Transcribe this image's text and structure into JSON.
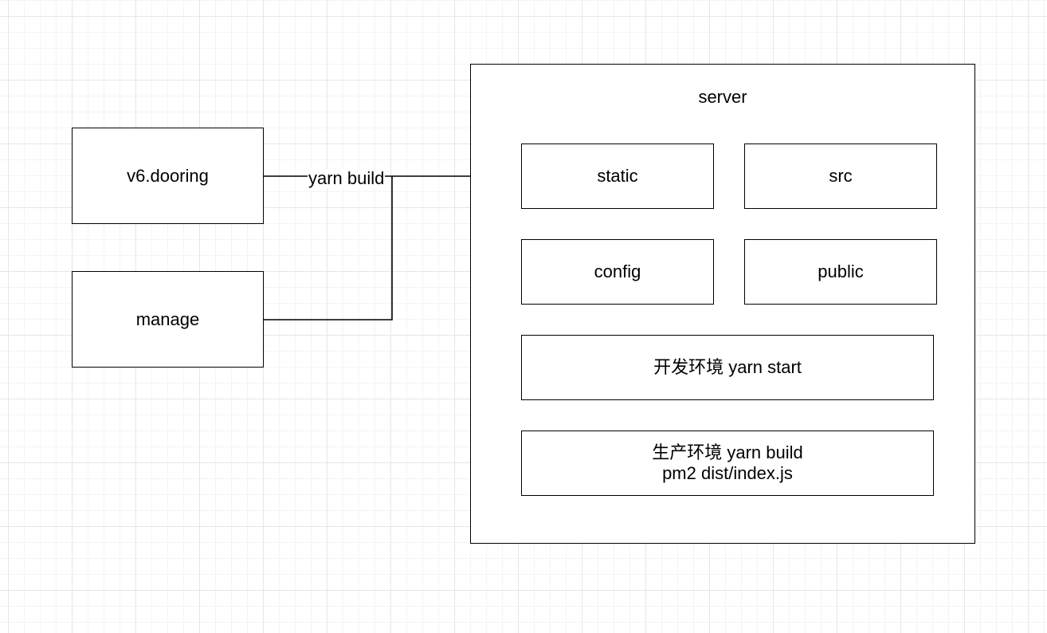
{
  "nodes": {
    "dooring": "v6.dooring",
    "manage": "manage",
    "server": "server",
    "static": "static",
    "src": "src",
    "config": "config",
    "public": "public",
    "dev_env": "开发环境 yarn start",
    "prod_env_line1": "生产环境 yarn build",
    "prod_env_line2": "pm2 dist/index.js"
  },
  "edges": {
    "build_label": "yarn build"
  },
  "colors": {
    "stroke": "#000000",
    "background": "#ffffff",
    "grid": "#e6e6e6"
  }
}
